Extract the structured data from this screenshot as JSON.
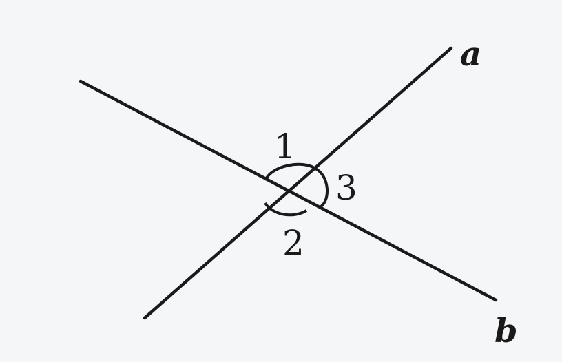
{
  "diagram": {
    "lines": [
      {
        "label": "a"
      },
      {
        "label": "b"
      }
    ],
    "angles": [
      {
        "label": "1"
      },
      {
        "label": "2"
      },
      {
        "label": "3"
      }
    ]
  }
}
